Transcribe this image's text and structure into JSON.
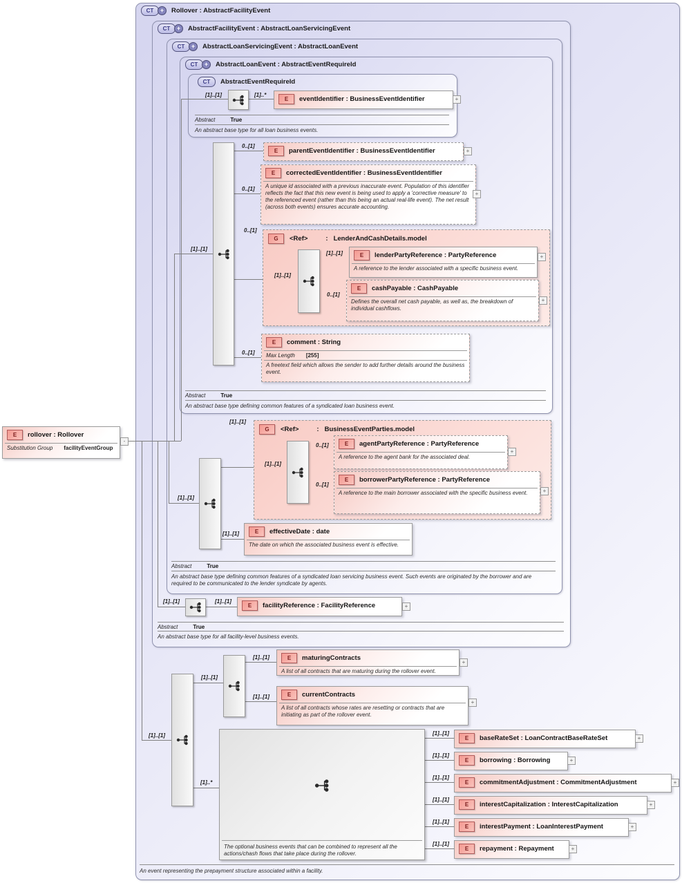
{
  "badges": {
    "complex_type": "CT",
    "element": "E",
    "group": "G",
    "expand": "+",
    "collapse": "-"
  },
  "cardinality": {
    "one_one": "[1]..[1]",
    "zero_one": "0..[1]",
    "one_star": "[1]..*"
  },
  "source_element": {
    "title": "rollover  : Rollover",
    "substitution_label": "Substitution Group",
    "substitution_value": "facilityEventGroup"
  },
  "containers": {
    "rollover": {
      "label": "Rollover : AbstractFacilityEvent",
      "footer": "An event representing the prepayment structure associated within a facility."
    },
    "abstract_facility_event": {
      "label": "AbstractFacilityEvent : AbstractLoanServicingEvent",
      "abstract_label": "Abstract",
      "abstract_value": "True",
      "description": "An abstract base type for all facility-level business events."
    },
    "abstract_loan_servicing_event": {
      "label": "AbstractLoanServicingEvent : AbstractLoanEvent",
      "abstract_label": "Abstract",
      "abstract_value": "True",
      "description": "An abstract base type defining common features of a syndicated loan servicing business event. Such events are originated by the borrower and are required to be communicated to the lender syndicate by agents."
    },
    "abstract_loan_event": {
      "label": "AbstractLoanEvent : AbstractEventRequireId",
      "abstract_label": "Abstract",
      "abstract_value": "True",
      "description": "An abstract base type defining common features of a syndicated loan business event."
    },
    "abstract_event_require_id": {
      "label": "AbstractEventRequireId",
      "abstract_label": "Abstract",
      "abstract_value": "True",
      "description": "An abstract base type for all loan business events."
    }
  },
  "groups": {
    "lender_and_cash_details": {
      "ref": "<Ref>",
      "colon": ":",
      "type": "LenderAndCashDetails.model"
    },
    "business_event_parties": {
      "ref": "<Ref>",
      "colon": ":",
      "type": "BusinessEventParties.model"
    }
  },
  "choice": {
    "description": "The optional business events that can be combined to represent all the actions/chash flows that take place during the rollover."
  },
  "elements": {
    "eventIdentifier": {
      "title": "eventIdentifier : BusinessEventIdentifier"
    },
    "parentEventIdentifier": {
      "title": "parentEventIdentifier : BusinessEventIdentifier"
    },
    "correctedEventIdentifier": {
      "title": "correctedEventIdentifier : BusinessEventIdentifier",
      "description": "A unique id associated with a previous inaccurate event. Population of this identifier reflects the fact that this new event is being used to apply a 'corrective measure' to the referenced event (rather than this being an actual real-life event). The net result (across both events) ensures accurate accounting."
    },
    "lenderPartyReference": {
      "title": "lenderPartyReference : PartyReference",
      "description": "A reference to the lender associated with a specific business event."
    },
    "cashPayable": {
      "title": "cashPayable : CashPayable",
      "description": "Defines the overall net cash payable, as well as, the breakdown of individual cashflows."
    },
    "comment": {
      "title": "comment : String",
      "facet_label": "Max Length",
      "facet_value": "[255]",
      "description": "A freetext field which allows the sender to add further details around the business event."
    },
    "agentPartyReference": {
      "title": "agentPartyReference : PartyReference",
      "description": "A reference to the agent bank for the associated deal."
    },
    "borrowerPartyReference": {
      "title": "borrowerPartyReference : PartyReference",
      "description": "A reference to the main borrower associated with the specific business event."
    },
    "effectiveDate": {
      "title": "effectiveDate : date",
      "description": "The date on which the associated business event is effective."
    },
    "facilityReference": {
      "title": "facilityReference : FacilityReference"
    },
    "maturingContracts": {
      "title": "maturingContracts",
      "description": "A list of all contracts that are maturing during the rollover event."
    },
    "currentContracts": {
      "title": "currentContracts",
      "description": "A list of all contracts whose rates are resetting or contracts that are initiating as part of the rollover event."
    },
    "baseRateSet": {
      "title": "baseRateSet : LoanContractBaseRateSet"
    },
    "borrowing": {
      "title": "borrowing : Borrowing"
    },
    "commitmentAdjustment": {
      "title": "commitmentAdjustment : CommitmentAdjustment"
    },
    "interestCapitalization": {
      "title": "interestCapitalization : InterestCapitalization"
    },
    "interestPayment": {
      "title": "interestPayment : LoanInterestPayment"
    },
    "repayment": {
      "title": "repayment : Repayment"
    }
  }
}
